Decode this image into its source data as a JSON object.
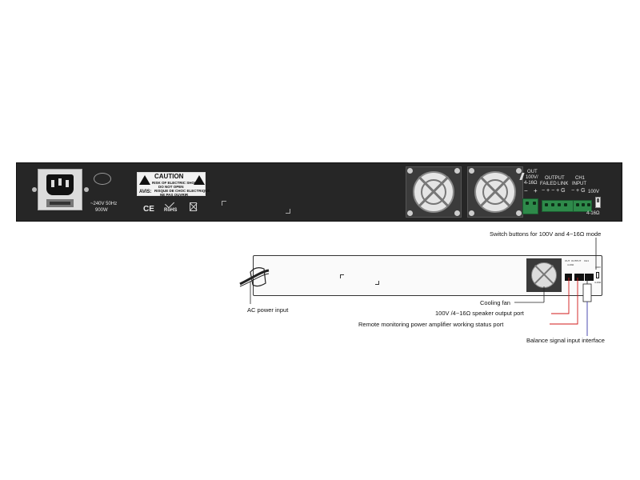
{
  "power": {
    "rating_voltage": "~240V 50Hz",
    "rating_power": "900W"
  },
  "caution": {
    "title": "CAUTION",
    "line1": "RISK OF ELECTRIC SHOCK",
    "line2": "DO NOT OPEN",
    "avis": "AVIS:",
    "fr1": "RISQUE DE CHOC ELECTRIQUE",
    "fr2": "NE PAS OUVRIR"
  },
  "certs": {
    "ce": "CE",
    "rohs": "RoHS"
  },
  "out_block": {
    "out": "OUT",
    "volts": "100V/",
    "ohms": "4-16Ω",
    "minus": "−",
    "plus": "+"
  },
  "output_block": {
    "title_line1": "OUTPUT",
    "failed": "FAILED",
    "link": "LINK",
    "polarity": "− + − + G"
  },
  "ch1_block": {
    "title": "CH1",
    "input": "INPUT",
    "polarity": "− + G"
  },
  "switch_block": {
    "v100": "100V",
    "ohms": "4-16Ω"
  },
  "callouts": {
    "switch": "Switch buttons for 100V and 4~16Ω mode",
    "ac_power": "AC power input",
    "cooling_fan": "Cooling  fan",
    "speaker_out": "100V /4~16Ω speaker output port",
    "remote_monitor": "Remote monitoring power amplifier working status port",
    "balance_input": "Balance signal input interface"
  },
  "colors": {
    "panel": "#262626",
    "terminal_green": "#2e8a4a",
    "red_line": "#d01818",
    "blue_line": "#3a3aa8"
  }
}
